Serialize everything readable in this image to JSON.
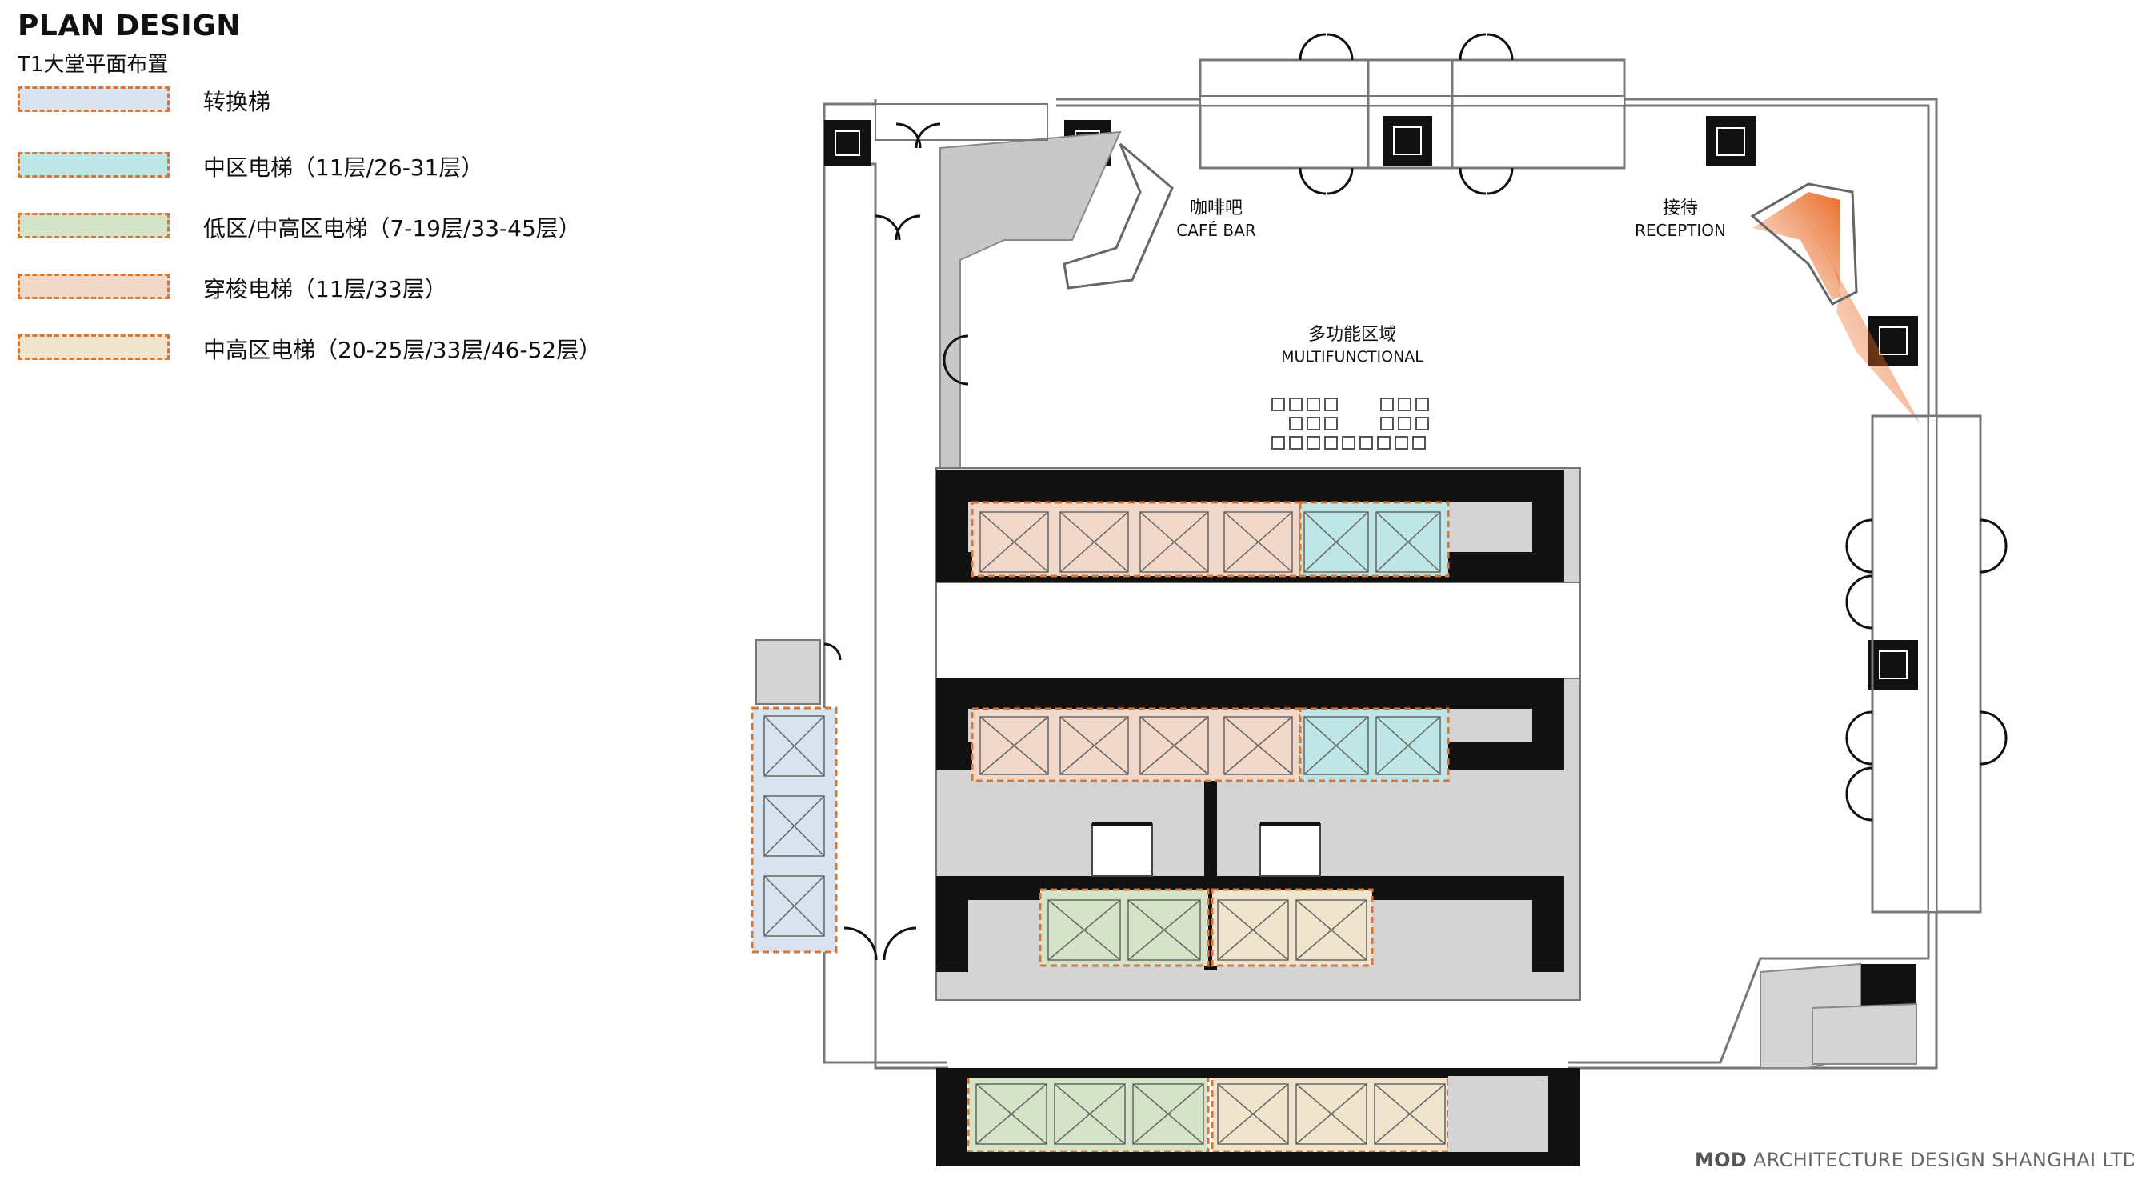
{
  "header": {
    "title": "PLAN DESIGN",
    "subtitle": "T1大堂平面布置"
  },
  "legend": [
    {
      "label": "转换梯",
      "color": "#d9e3ef"
    },
    {
      "label": "中区电梯（11层/26-31层）",
      "color": "#bfe6e6"
    },
    {
      "label": "低区/中高区电梯（7-19层/33-45层）",
      "color": "#d5e3c8"
    },
    {
      "label": "穿梭电梯（11层/33层）",
      "color": "#f2d8c8"
    },
    {
      "label": "中高区电梯（20-25层/33层/46-52层）",
      "color": "#f1e4cc"
    }
  ],
  "zones": {
    "cafe": {
      "cn": "咖啡吧",
      "en": "CAFÉ BAR"
    },
    "reception": {
      "cn": "接待",
      "en": "RECEPTION"
    },
    "multi": {
      "cn": "多功能区域",
      "en": "MULTIFUNCTIONAL"
    }
  },
  "footer": {
    "brand": "MOD",
    "rest": " ARCHITECTURE DESIGN SHANGHAI LTD"
  },
  "colors": {
    "wall": "#111111",
    "core": "#c8c8c8",
    "outline": "#888888",
    "accent": "#e8661e",
    "dash": "#d2783a"
  }
}
